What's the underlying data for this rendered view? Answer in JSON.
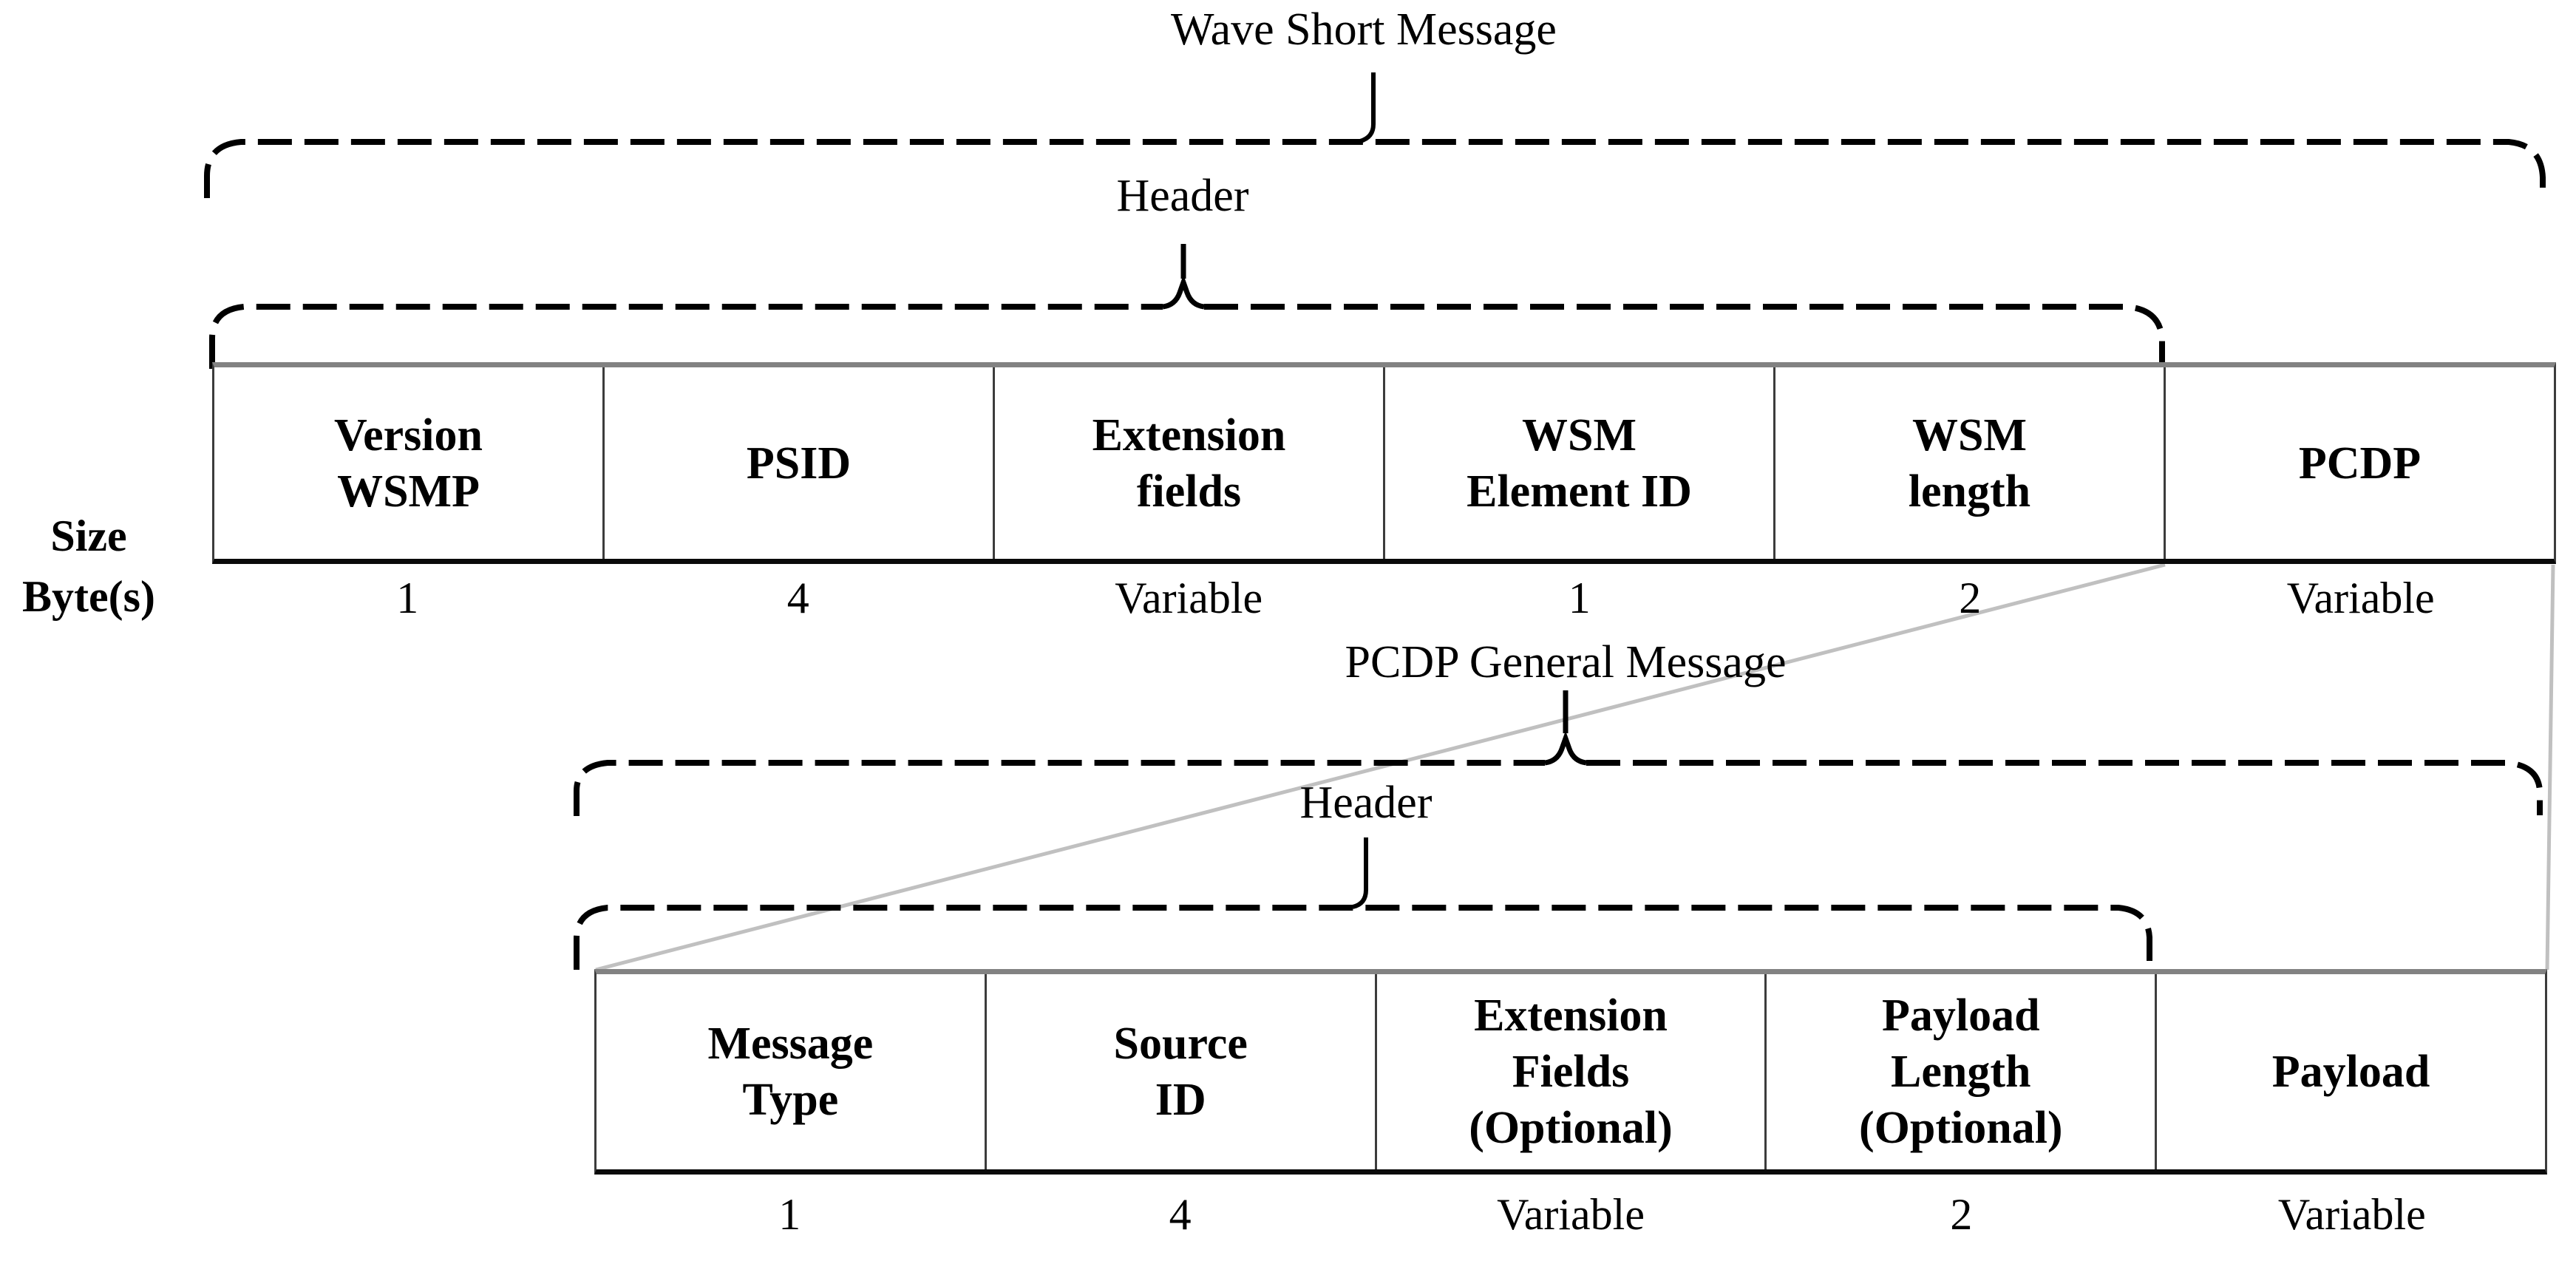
{
  "colors": {
    "ink": "#000000",
    "connector_gray": "#c0c0c0",
    "table_top_border_gray": "#828282"
  },
  "wsm": {
    "title": "Wave Short Message",
    "header_label": "Header",
    "size_axis": {
      "line1": "Size",
      "line2": "Byte(s)"
    },
    "fields": [
      {
        "name": "Version WSMP",
        "lines": [
          "Version",
          "WSMP"
        ],
        "size": "1"
      },
      {
        "name": "PSID",
        "lines": [
          "PSID"
        ],
        "size": "4"
      },
      {
        "name": "Extension fields",
        "lines": [
          "Extension",
          "fields"
        ],
        "size": "Variable"
      },
      {
        "name": "WSM Element ID",
        "lines": [
          "WSM",
          "Element ID"
        ],
        "size": "1"
      },
      {
        "name": "WSM length",
        "lines": [
          "WSM",
          "length"
        ],
        "size": "2"
      },
      {
        "name": "PCDP",
        "lines": [
          "PCDP"
        ],
        "size": "Variable"
      }
    ]
  },
  "pcdp": {
    "title": "PCDP General Message",
    "header_label": "Header",
    "fields": [
      {
        "name": "Message Type",
        "lines": [
          "Message",
          "Type"
        ],
        "size": "1"
      },
      {
        "name": "Source ID",
        "lines": [
          "Source",
          "ID"
        ],
        "size": "4"
      },
      {
        "name": "Extension Fields (Optional)",
        "lines": [
          "Extension",
          "Fields",
          "(Optional)"
        ],
        "size": "Variable"
      },
      {
        "name": "Payload Length (Optional)",
        "lines": [
          "Payload",
          "Length",
          "(Optional)"
        ],
        "size": "2"
      },
      {
        "name": "Payload",
        "lines": [
          "Payload"
        ],
        "size": "Variable"
      }
    ]
  }
}
